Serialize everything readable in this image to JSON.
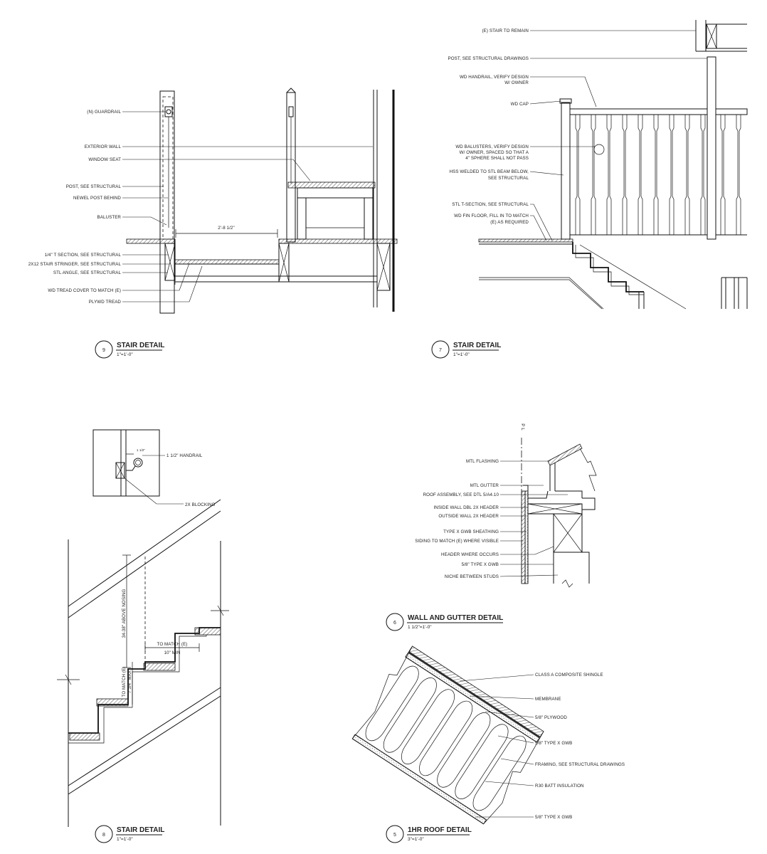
{
  "details": {
    "d9": {
      "number": "9",
      "title": "STAIR DETAIL",
      "scale": "1\"=1'-0\"",
      "dimension": "2'-8 1/2\"",
      "labels": {
        "guardrail": "(N) GUARDRAIL",
        "exterior_wall": "EXTERIOR WALL",
        "window_seat": "WINDOW SEAT",
        "post": "POST, SEE STRUCTURAL",
        "newel_post": "NEWEL POST BEHIND",
        "baluster": "BALUSTER",
        "t_section": "1/4\" T SECTION, SEE STRUCTURAL",
        "stringer": "2X12 STAIR STRINGER, SEE STRUCTURAL",
        "stl_angle": "STL ANGLE, SEE STRUCTURAL",
        "tread_cover": "WD TREAD COVER TO MATCH (E)",
        "plywd_tread": "PLYWD TREAD"
      }
    },
    "d7": {
      "number": "7",
      "title": "STAIR DETAIL",
      "scale": "1\"=1'-0\"",
      "labels": {
        "stair_remain": "(E) STAIR TO REMAIN",
        "post": "POST, SEE STRUCTURAL DRAWINGS",
        "handrail_1": "WD HANDRAIL, VERIFY DESIGN",
        "handrail_2": "W/ OWNER",
        "cap": "WD CAP",
        "balusters_1": "WD BALUSTERS, VERIFY DESIGN",
        "balusters_2": "W/ OWNER, SPACED SO THAT A",
        "balusters_3": "4\" SPHERE SHALL NOT PASS",
        "hss_1": "HSS WELDED TO STL BEAM BELOW,",
        "hss_2": "SEE STRUCTURAL",
        "t_section": "STL T-SECTION, SEE STRUCTURAL",
        "fin_floor_1": "WD FIN FLOOR, FILL IN TO MATCH",
        "fin_floor_2": "(E) AS REQUIRED"
      }
    },
    "d8": {
      "number": "8",
      "title": "STAIR DETAIL",
      "scale": "1\"=1'-0\"",
      "labels": {
        "handrail": "1 1/2\" HANDRAIL",
        "handrail_gap": "1 1/2\"",
        "blocking": "2X BLOCKING",
        "rail_height": "34-38\" ABOVE NOSING",
        "tread_match": "TO MATCH (E)",
        "tread_min": "10\" MIN",
        "riser_match": "TO MATCH (E)",
        "riser_max": "7 3/4\" MAX"
      }
    },
    "d6": {
      "number": "6",
      "title": "WALL AND GUTTER DETAIL",
      "scale": "1 1/2\"=1'-0\"",
      "pl_mark": "P L",
      "labels": {
        "flashing": "MTL FLASHING",
        "gutter": "MTL GUTTER",
        "roof_assembly": "ROOF ASSEMBLY, SEE DTL 5/A4.10",
        "inside_header": "INSIDE WALL DBL 2X HEADER",
        "outside_header": "OUTSIDE WALL 2X HEADER",
        "sheathing": "TYPE X GWB SHEATHING",
        "siding": "SIDING TO MATCH (E) WHERE VISIBLE",
        "header": "HEADER WHERE OCCURS",
        "gwb": "5/8\" TYPE X GWB",
        "niche": "NICHE BETWEEN STUDS"
      }
    },
    "d5": {
      "number": "5",
      "title": "1HR ROOF DETAIL",
      "scale": "3\"=1'-0\"",
      "labels": {
        "shingle": "CLASS A COMPOSITE SHINGLE",
        "membrane": "MEMBRANE",
        "plywood": "5/8\" PLYWOOD",
        "gwb_top": "5/8\" TYPE X GWB",
        "framing": "FRAMING, SEE STRUCTURAL DRAWINGS",
        "insulation": "R30 BATT INSULATION",
        "gwb_bottom": "5/8\" TYPE X GWB"
      }
    }
  }
}
